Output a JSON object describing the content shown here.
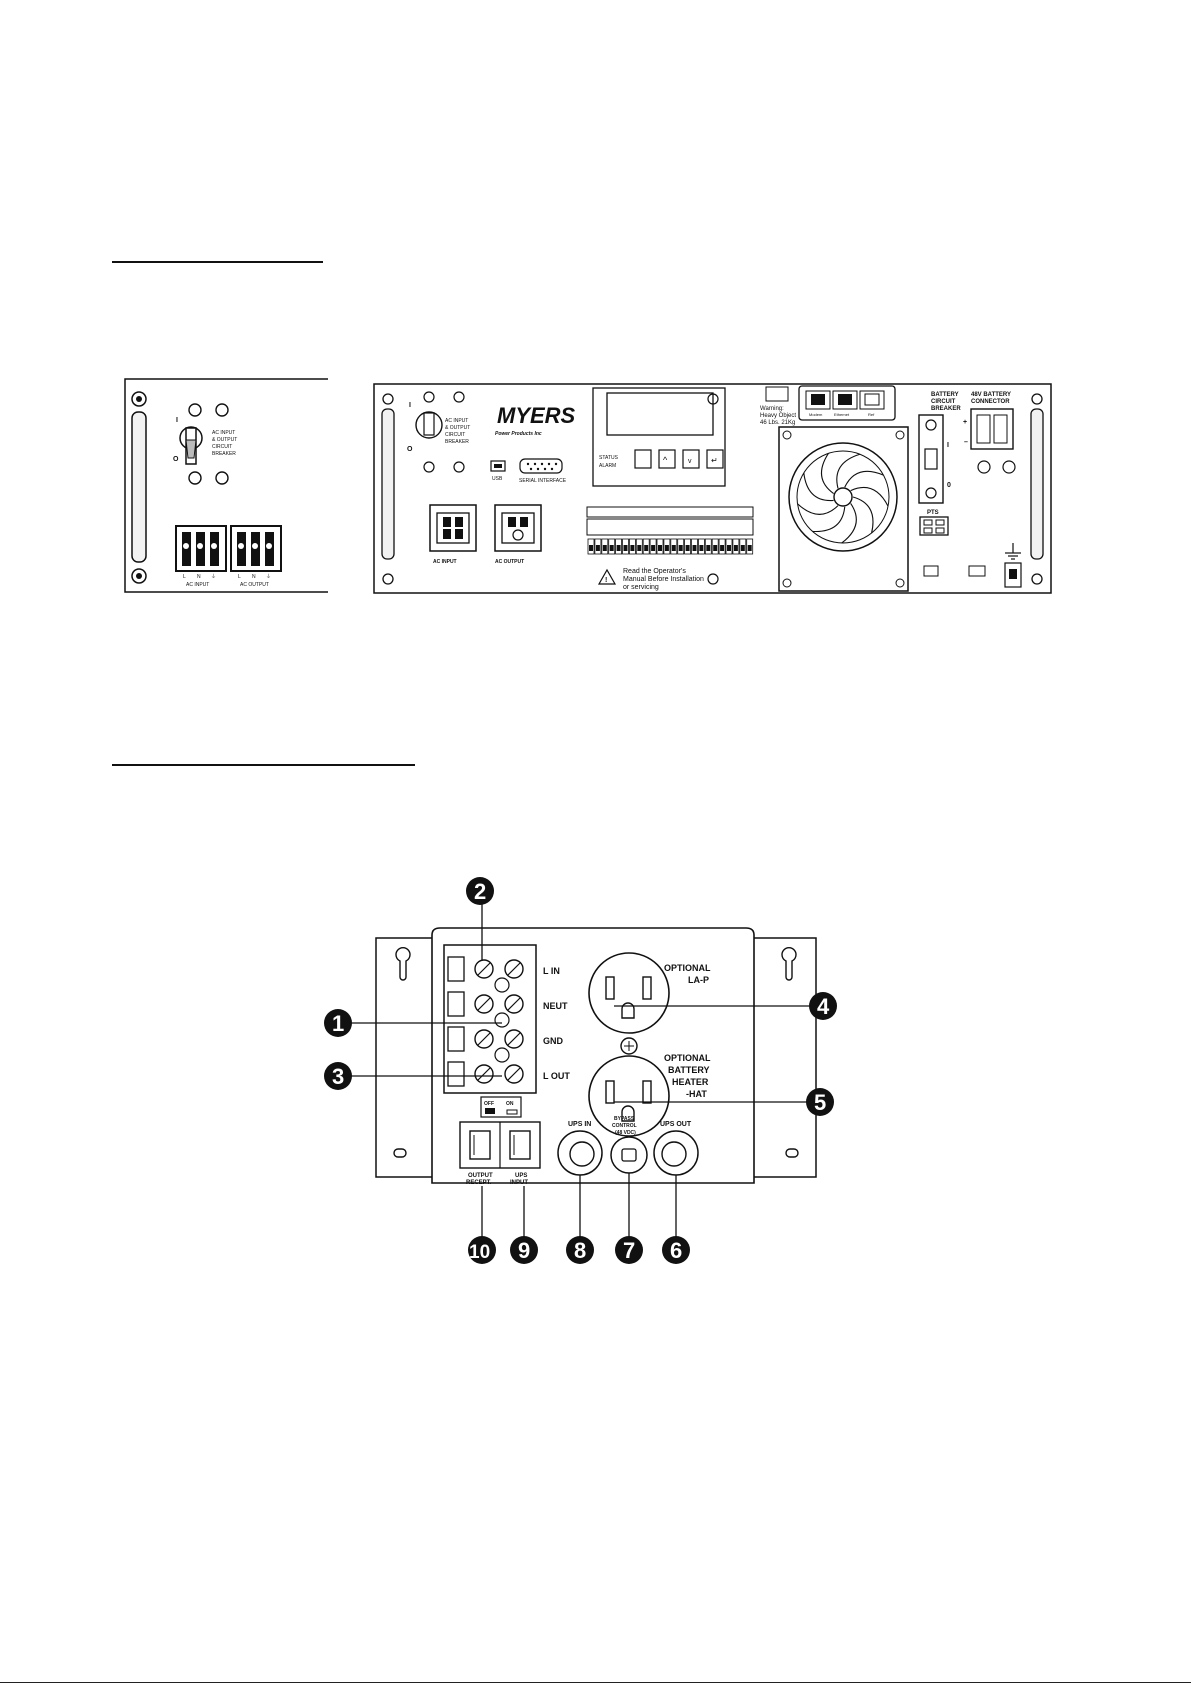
{
  "panel_left": {
    "breaker_on": "I",
    "breaker_off": "O",
    "breaker_label": [
      "AC INPUT",
      "& OUTPUT",
      "CIRCUIT",
      "BREAKER"
    ],
    "terminal_letters": [
      "L",
      "N",
      "⏚",
      "L",
      "N",
      "⏚"
    ],
    "ac_input": "AC INPUT",
    "ac_output": "AC OUTPUT"
  },
  "panel_main": {
    "breaker_on": "I",
    "breaker_off": "O",
    "breaker_label": [
      "AC INPUT",
      "& OUTPUT",
      "CIRCUIT",
      "BREAKER"
    ],
    "logo": "MYERS",
    "logo_sub": "Power Products Inc",
    "usb": "USB",
    "serial": "SERIAL INTERFACE",
    "status": [
      "STATUS",
      "ALARM"
    ],
    "warning": [
      "Warning:",
      "Heavy Object",
      "46 Lbs. 21Kg"
    ],
    "ports": [
      "Modem",
      "Ethernet",
      "Ref"
    ],
    "contacts_title": "PROGRAMMABLE CONTACTS",
    "caution": [
      "Read the Operator's",
      "Manual Before Installation",
      "or servicing"
    ],
    "ac_input": "AC INPUT",
    "ac_output": "AC OUTPUT",
    "battery_breaker": [
      "BATTERY",
      "CIRCUIT",
      "BREAKER"
    ],
    "battery_connector": [
      "48V BATTERY",
      "CONNECTOR"
    ],
    "pts": "PTS",
    "bc_on": "I",
    "bc_off": "0"
  },
  "bypass_panel": {
    "term_labels": [
      "L IN",
      "NEUT",
      "GND",
      "L OUT"
    ],
    "opt1": [
      "OPTIONAL",
      "LA-P"
    ],
    "opt2": [
      "OPTIONAL",
      "BATTERY",
      "HEATER",
      "-HAT"
    ],
    "switch_legend": [
      "OFF",
      "ON"
    ],
    "output_recept": [
      "OUTPUT",
      "RECEPT."
    ],
    "ups_input": [
      "UPS",
      "INPUT"
    ],
    "ups_in": "UPS IN",
    "bypass_control": [
      "BYPASS",
      "CONTROL",
      "(48 VDC)"
    ],
    "ups_out": "UPS OUT",
    "callouts": [
      "1",
      "2",
      "3",
      "4",
      "5",
      "6",
      "7",
      "8",
      "9",
      "10"
    ]
  }
}
